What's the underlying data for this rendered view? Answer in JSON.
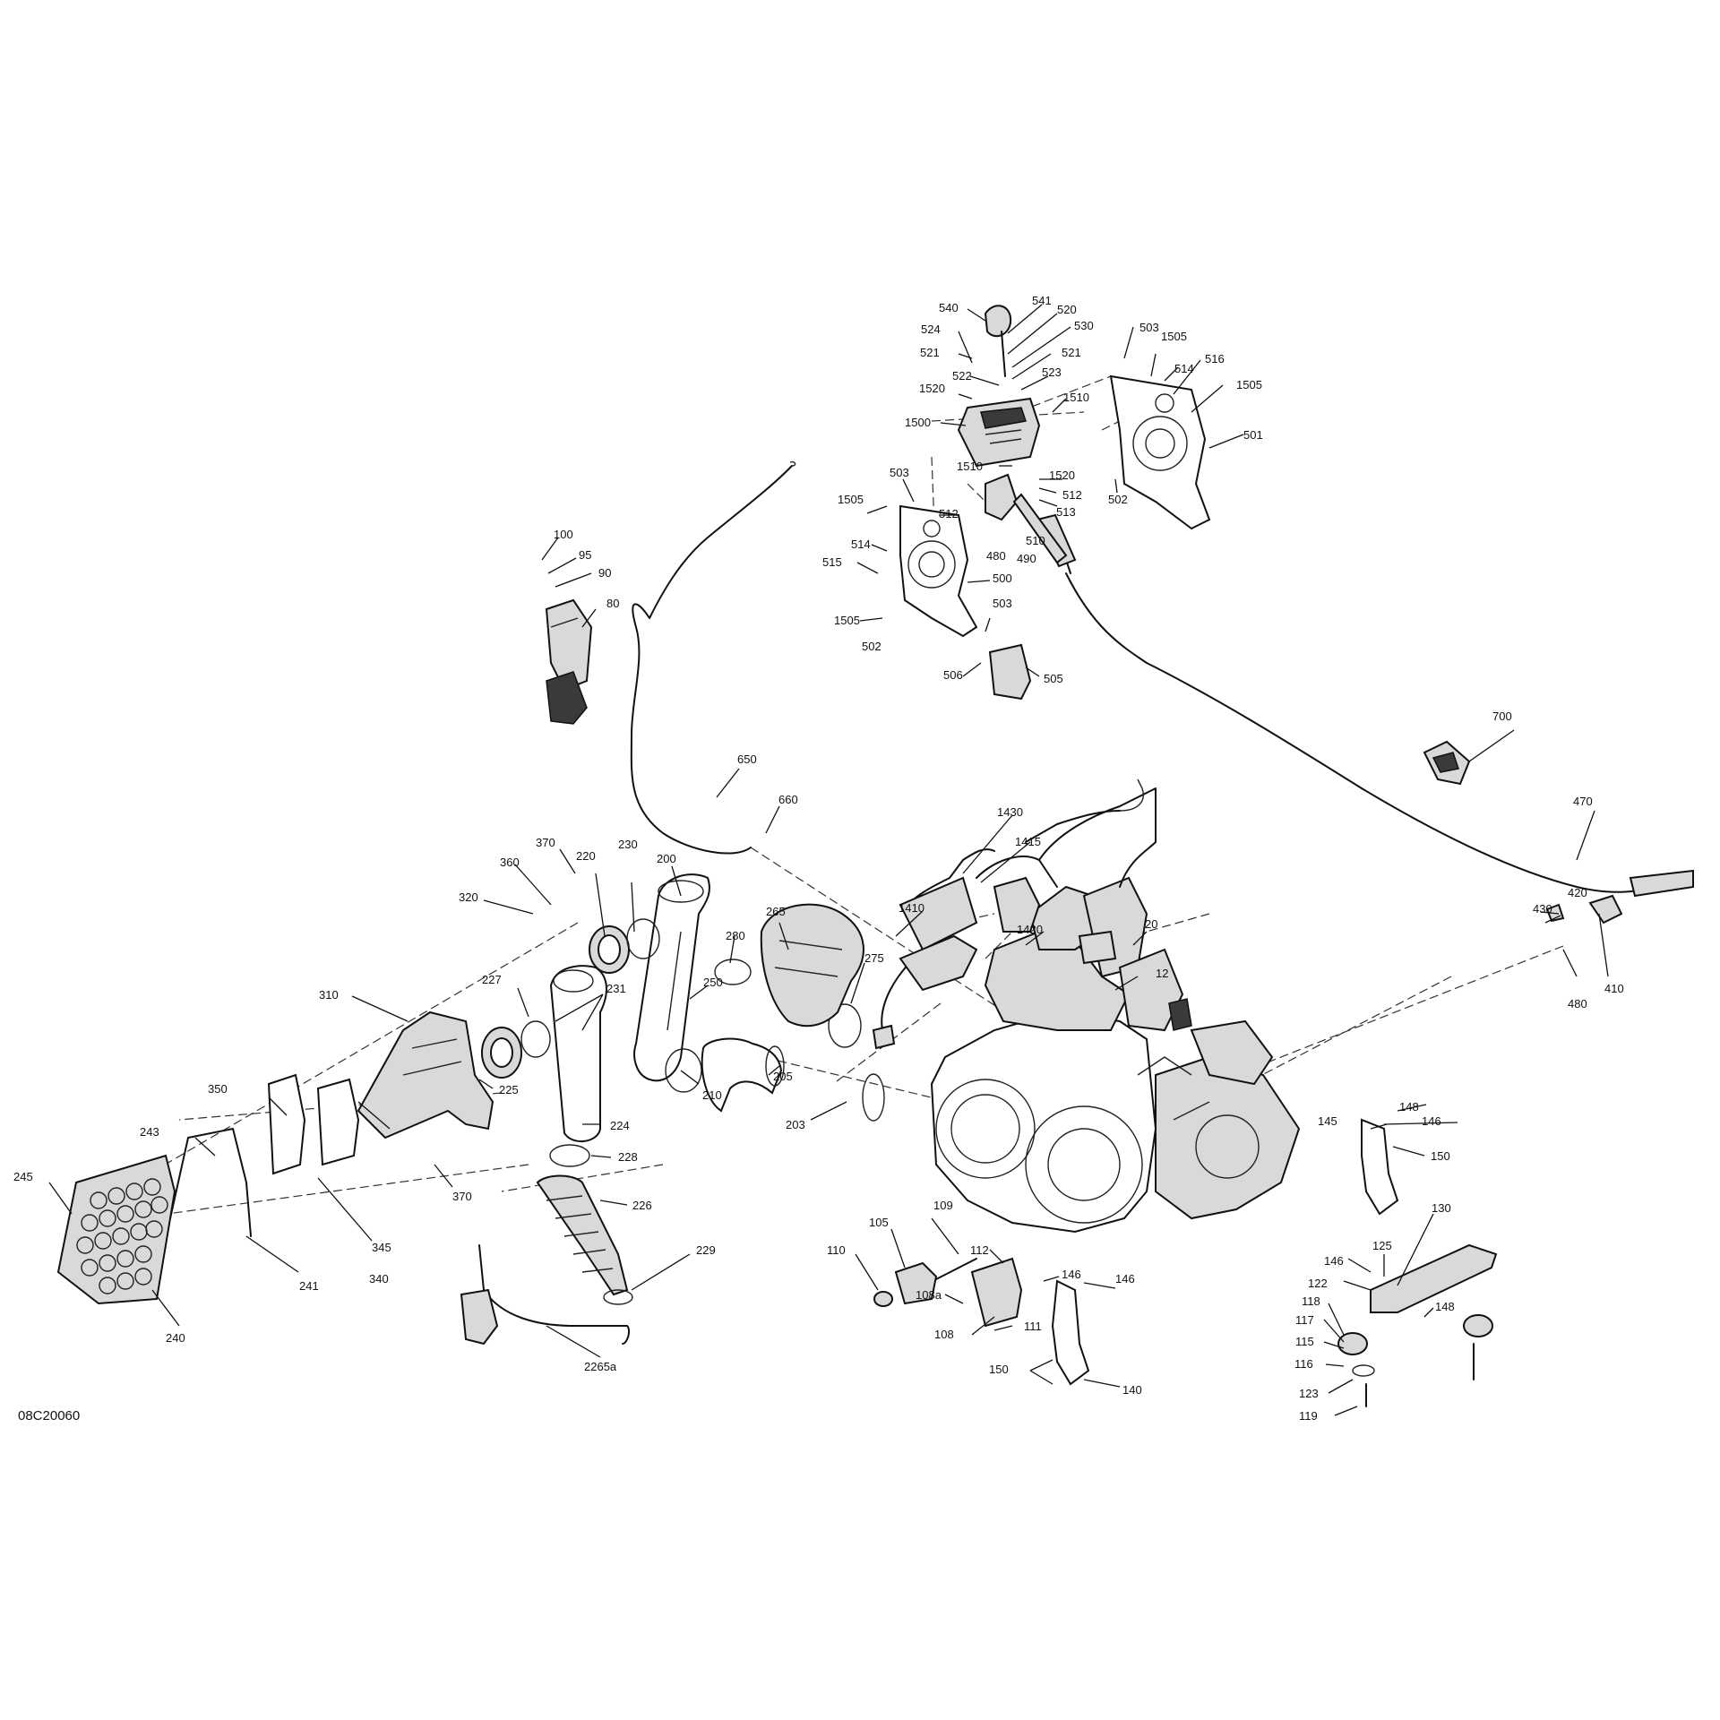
{
  "diagram": {
    "reference_code": "08C20060",
    "callouts": [
      {
        "id": "540",
        "label": "540"
      },
      {
        "id": "541",
        "label": "541"
      },
      {
        "id": "520",
        "label": "520"
      },
      {
        "id": "530",
        "label": "530"
      },
      {
        "id": "524",
        "label": "524"
      },
      {
        "id": "521a",
        "label": "521"
      },
      {
        "id": "521b",
        "label": "521"
      },
      {
        "id": "522",
        "label": "522"
      },
      {
        "id": "523",
        "label": "523"
      },
      {
        "id": "1520a",
        "label": "1520"
      },
      {
        "id": "1510a",
        "label": "1510"
      },
      {
        "id": "1500",
        "label": "1500"
      },
      {
        "id": "1510b",
        "label": "1510"
      },
      {
        "id": "1520b",
        "label": "1520"
      },
      {
        "id": "503a",
        "label": "503"
      },
      {
        "id": "1505a",
        "label": "1505"
      },
      {
        "id": "514a",
        "label": "514"
      },
      {
        "id": "516",
        "label": "516"
      },
      {
        "id": "1505b",
        "label": "1505"
      },
      {
        "id": "501",
        "label": "501"
      },
      {
        "id": "502a",
        "label": "502"
      },
      {
        "id": "503b",
        "label": "503"
      },
      {
        "id": "512a",
        "label": "512"
      },
      {
        "id": "512b",
        "label": "512"
      },
      {
        "id": "513",
        "label": "513"
      },
      {
        "id": "1505c",
        "label": "1505"
      },
      {
        "id": "514b",
        "label": "514"
      },
      {
        "id": "510",
        "label": "510"
      },
      {
        "id": "480a",
        "label": "480"
      },
      {
        "id": "490",
        "label": "490"
      },
      {
        "id": "515",
        "label": "515"
      },
      {
        "id": "500",
        "label": "500"
      },
      {
        "id": "503c",
        "label": "503"
      },
      {
        "id": "1505d",
        "label": "1505"
      },
      {
        "id": "502b",
        "label": "502"
      },
      {
        "id": "506",
        "label": "506"
      },
      {
        "id": "505",
        "label": "505"
      },
      {
        "id": "100",
        "label": "100"
      },
      {
        "id": "95",
        "label": "95"
      },
      {
        "id": "90",
        "label": "90"
      },
      {
        "id": "80",
        "label": "80"
      },
      {
        "id": "700",
        "label": "700"
      },
      {
        "id": "650",
        "label": "650"
      },
      {
        "id": "660",
        "label": "660"
      },
      {
        "id": "470",
        "label": "470"
      },
      {
        "id": "1430",
        "label": "1430"
      },
      {
        "id": "1415",
        "label": "1415"
      },
      {
        "id": "1410",
        "label": "1410"
      },
      {
        "id": "1420",
        "label": "1420"
      },
      {
        "id": "20",
        "label": "20"
      },
      {
        "id": "12",
        "label": "12"
      },
      {
        "id": "430",
        "label": "430"
      },
      {
        "id": "420",
        "label": "420"
      },
      {
        "id": "410",
        "label": "410"
      },
      {
        "id": "480b",
        "label": "480"
      },
      {
        "id": "370a",
        "label": "370"
      },
      {
        "id": "360",
        "label": "360"
      },
      {
        "id": "320",
        "label": "320"
      },
      {
        "id": "220",
        "label": "220"
      },
      {
        "id": "230",
        "label": "230"
      },
      {
        "id": "200",
        "label": "200"
      },
      {
        "id": "265",
        "label": "265"
      },
      {
        "id": "280",
        "label": "280"
      },
      {
        "id": "275",
        "label": "275"
      },
      {
        "id": "250",
        "label": "250"
      },
      {
        "id": "231",
        "label": "231"
      },
      {
        "id": "227",
        "label": "227"
      },
      {
        "id": "310",
        "label": "310"
      },
      {
        "id": "225",
        "label": "225"
      },
      {
        "id": "210",
        "label": "210"
      },
      {
        "id": "205",
        "label": "205"
      },
      {
        "id": "203",
        "label": "203"
      },
      {
        "id": "350",
        "label": "350"
      },
      {
        "id": "243",
        "label": "243"
      },
      {
        "id": "224",
        "label": "224"
      },
      {
        "id": "228",
        "label": "228"
      },
      {
        "id": "245",
        "label": "245"
      },
      {
        "id": "370b",
        "label": "370"
      },
      {
        "id": "345",
        "label": "345"
      },
      {
        "id": "340",
        "label": "340"
      },
      {
        "id": "226",
        "label": "226"
      },
      {
        "id": "241",
        "label": "241"
      },
      {
        "id": "229",
        "label": "229"
      },
      {
        "id": "240",
        "label": "240"
      },
      {
        "id": "2265a",
        "label": "2265a"
      },
      {
        "id": "109",
        "label": "109"
      },
      {
        "id": "105",
        "label": "105"
      },
      {
        "id": "110",
        "label": "110"
      },
      {
        "id": "112",
        "label": "112"
      },
      {
        "id": "108a",
        "label": "108a"
      },
      {
        "id": "108",
        "label": "108"
      },
      {
        "id": "111",
        "label": "111"
      },
      {
        "id": "146a",
        "label": "146"
      },
      {
        "id": "146b",
        "label": "146"
      },
      {
        "id": "150a",
        "label": "150"
      },
      {
        "id": "140",
        "label": "140"
      },
      {
        "id": "148a",
        "label": "148"
      },
      {
        "id": "146c",
        "label": "146"
      },
      {
        "id": "145",
        "label": "145"
      },
      {
        "id": "150b",
        "label": "150"
      },
      {
        "id": "130",
        "label": "130"
      },
      {
        "id": "125",
        "label": "125"
      },
      {
        "id": "146d",
        "label": "146"
      },
      {
        "id": "122",
        "label": "122"
      },
      {
        "id": "118",
        "label": "118"
      },
      {
        "id": "148b",
        "label": "148"
      },
      {
        "id": "117",
        "label": "117"
      },
      {
        "id": "115",
        "label": "115"
      },
      {
        "id": "116",
        "label": "116"
      },
      {
        "id": "123",
        "label": "123"
      },
      {
        "id": "119",
        "label": "119"
      }
    ]
  }
}
